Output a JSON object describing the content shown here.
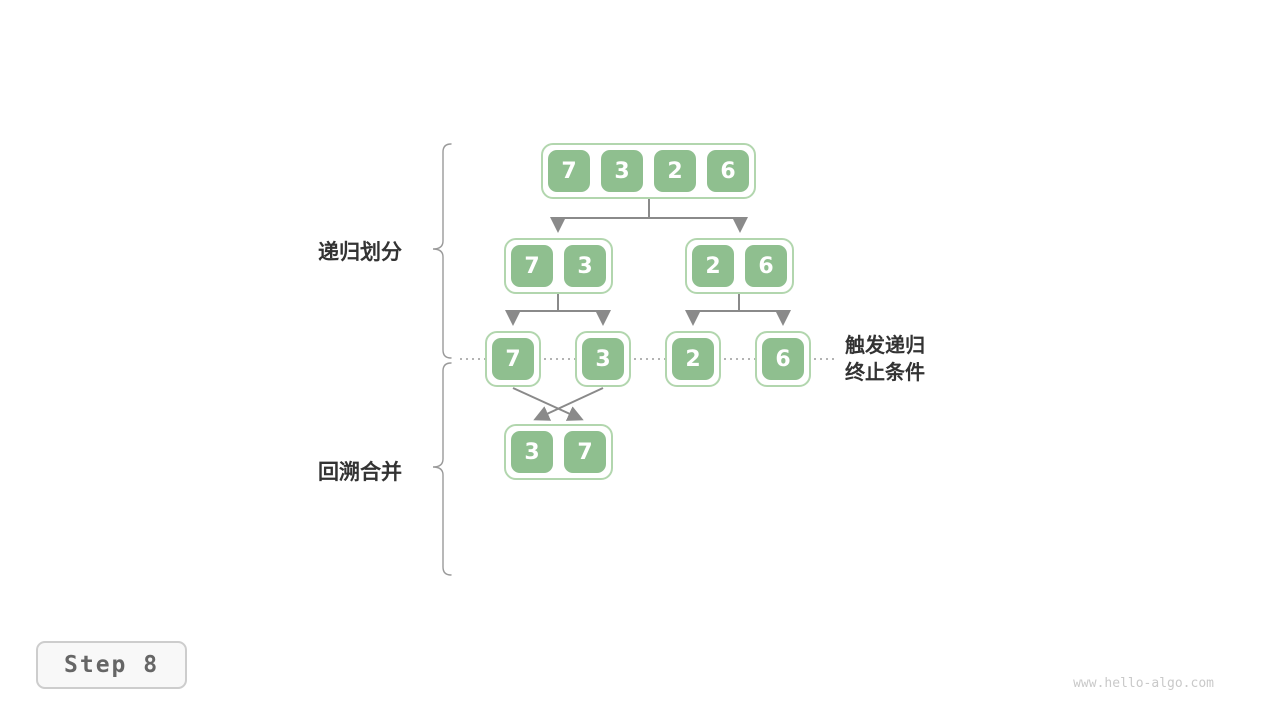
{
  "labels": {
    "divide": "递归划分",
    "merge": "回溯合并",
    "base_case_line1": "触发递归",
    "base_case_line2": "终止条件",
    "step": "Step 8",
    "watermark": "www.hello-algo.com"
  },
  "nodes": {
    "root": {
      "cells": [
        "7",
        "3",
        "2",
        "6"
      ]
    },
    "left_pair": {
      "cells": [
        "7",
        "3"
      ]
    },
    "right_pair": {
      "cells": [
        "2",
        "6"
      ]
    },
    "leaf_7": {
      "cells": [
        "7"
      ]
    },
    "leaf_3": {
      "cells": [
        "3"
      ]
    },
    "leaf_2": {
      "cells": [
        "2"
      ]
    },
    "leaf_6": {
      "cells": [
        "6"
      ]
    },
    "merged_pair": {
      "cells": [
        "3",
        "7"
      ]
    }
  },
  "colors": {
    "cell_fill": "#8fbf8f",
    "container_border": "#b2d6ae",
    "arrow": "#8a8a8a",
    "label_text": "#333333"
  }
}
